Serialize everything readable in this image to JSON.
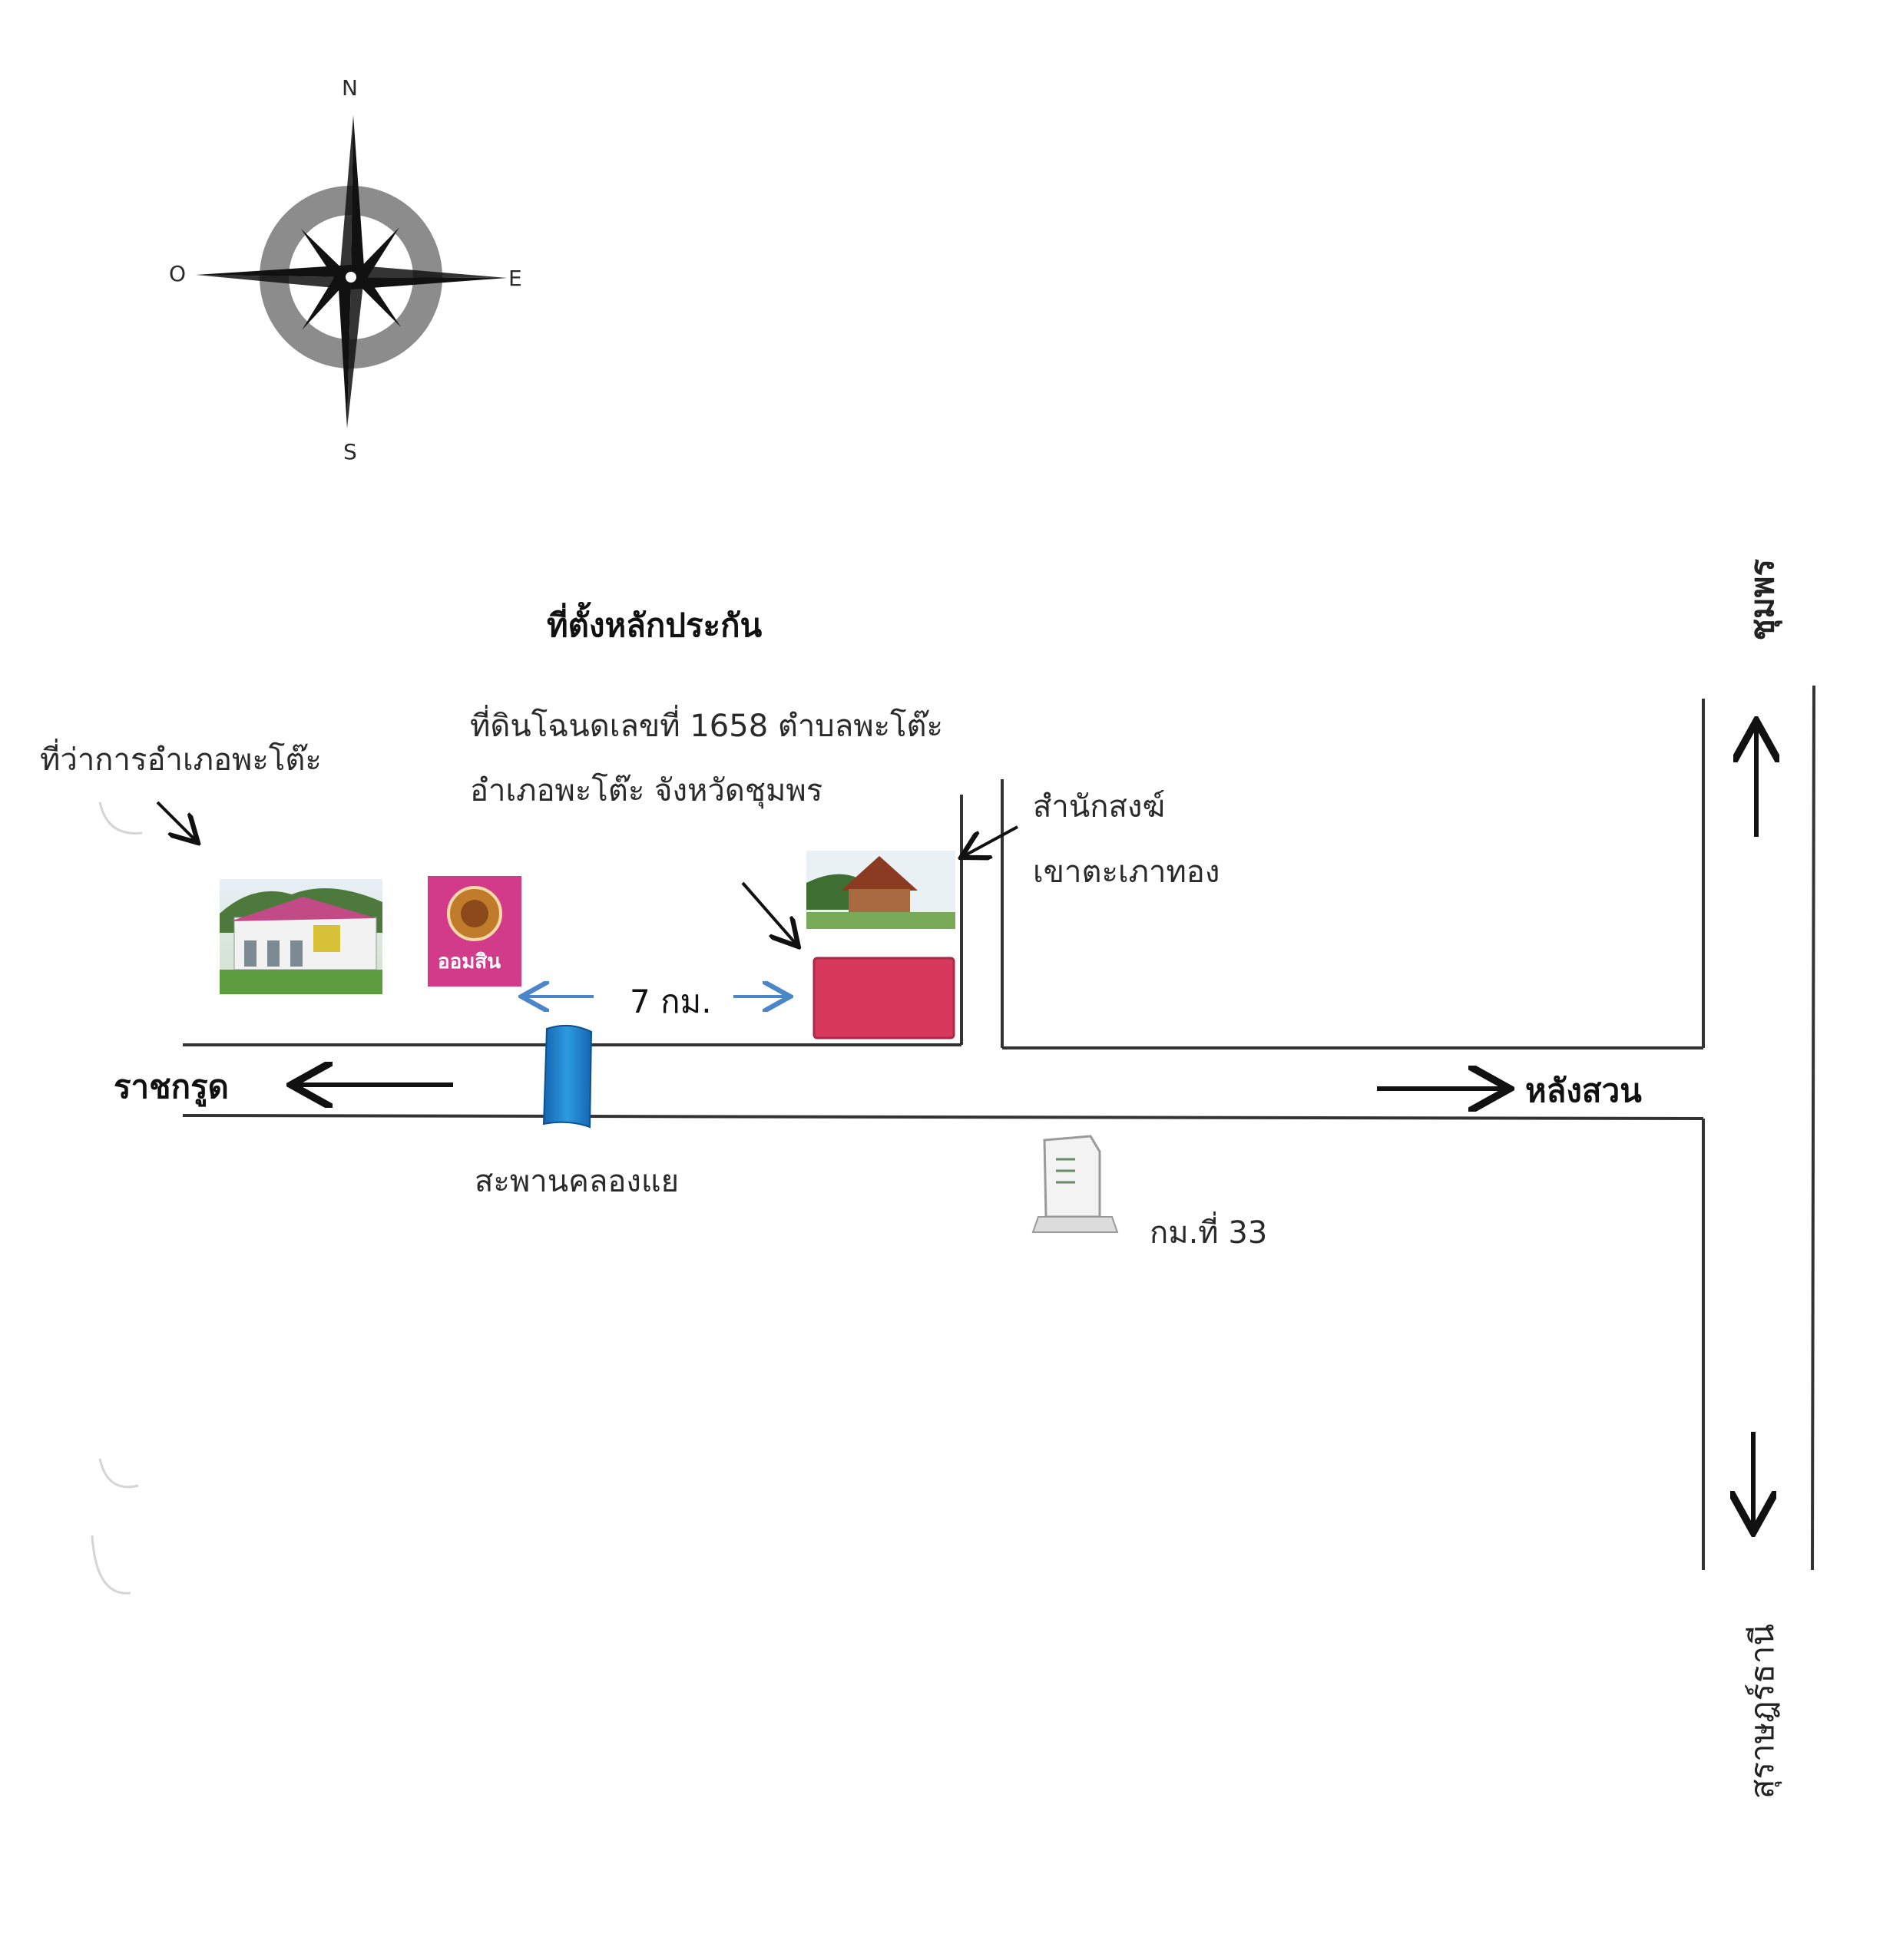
{
  "compass": {
    "north": "N",
    "south": "S",
    "east": "E",
    "west": "O"
  },
  "title": "ที่ตั้งหลักประกัน",
  "property": {
    "line1": "ที่ดินโฉนดเลขที่ 1658 ตำบลพะโต๊ะ",
    "line2": "อำเภอพะโต๊ะ จังหวัดชุมพร"
  },
  "district_office": "ที่ว่าการอำเภอพะโต๊ะ",
  "temple": {
    "line1": "สำนักสงฆ์",
    "line2": "เขาตะเภาทอง"
  },
  "distance": "7 กม.",
  "directions": {
    "west": "ราชกรูด",
    "east": "หลังสวน",
    "north": "ชุมพร",
    "south": "สุราษฎร์ธานี"
  },
  "bridge": "สะพานคลองแย",
  "km_marker": "กม.ที่ 33",
  "bank_logo_text": "ออมสิน",
  "colors": {
    "property_marker": "#d9385d",
    "bridge": "#1f86d0",
    "distance_arrows": "#4a86c8",
    "bank_logo": "#d23a8a",
    "compass_ring": "#8c8c8c"
  }
}
